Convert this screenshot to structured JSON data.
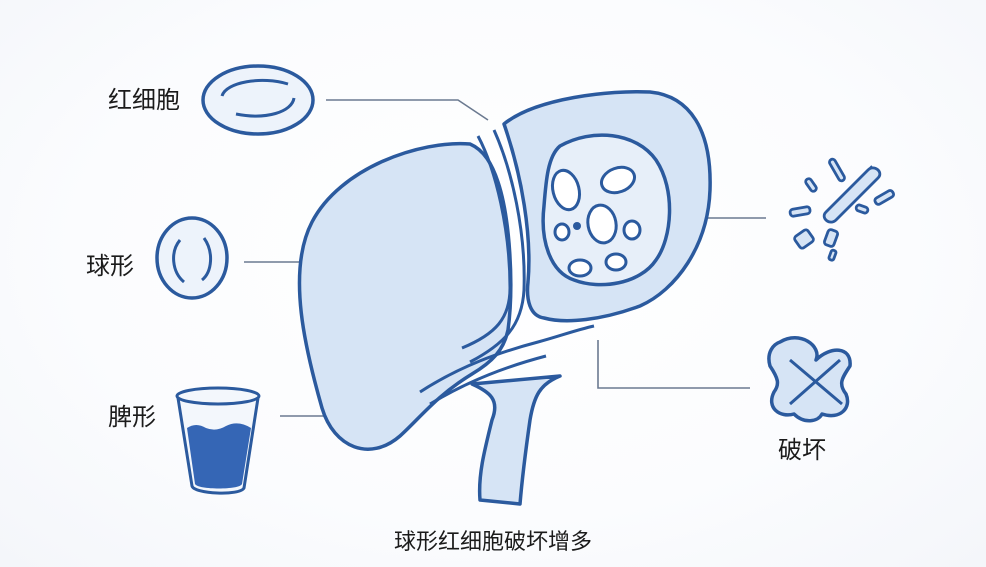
{
  "labels": {
    "red_blood_cell": "红细胞",
    "spherical": "球形",
    "spleen_shape": "脾形",
    "destruction": "破坏"
  },
  "caption": "球形红细胞破坏增多",
  "colors": {
    "outline": "#2b5a9e",
    "organ_fill": "#d6e4f5",
    "inner_fill": "#e7eff9",
    "liquid": "#3566b5",
    "line": "#6b7a90"
  }
}
